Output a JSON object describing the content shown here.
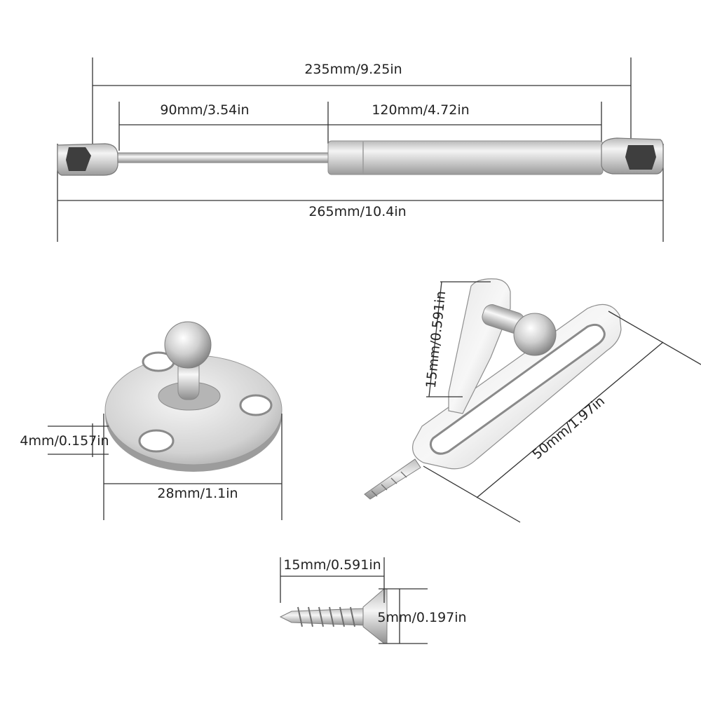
{
  "gas_strut": {
    "total_between_mounts": "235mm/9.25in",
    "rod_length": "90mm/3.54in",
    "cylinder_length": "120mm/4.72in",
    "overall_length": "265mm/10.4in"
  },
  "round_bracket": {
    "thickness": "4mm/0.157in",
    "diameter": "28mm/1.1in"
  },
  "angle_bracket": {
    "height": "15mm/0.591in",
    "length": "50mm/1.97in"
  },
  "screw": {
    "length": "15mm/0.591in",
    "diameter": "5mm/0.197in"
  },
  "colors": {
    "metal_light": "#f2f2f2",
    "metal_mid": "#c8c8c8",
    "metal_dark": "#8a8a8a",
    "line": "#333333"
  }
}
